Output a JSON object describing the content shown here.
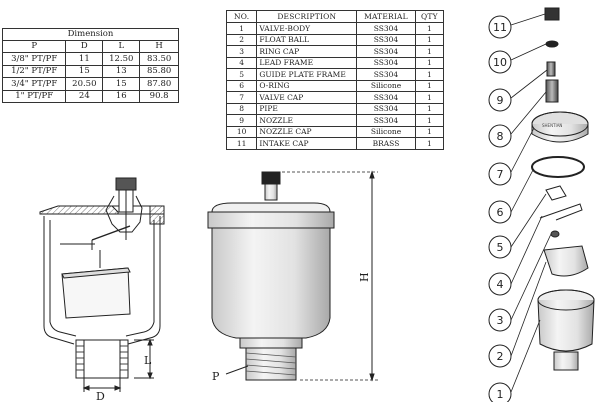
{
  "dimension_table": {
    "caption": "Dimension",
    "headers": [
      "P",
      "D",
      "L",
      "H"
    ],
    "rows": [
      [
        "3/8\" PT/PF",
        "11",
        "12.50",
        "83.50"
      ],
      [
        "1/2\" PT/PF",
        "15",
        "13",
        "85.80"
      ],
      [
        "3/4\" PT/PF",
        "20.50",
        "15",
        "87.80"
      ],
      [
        "1\" PT/PF",
        "24",
        "16",
        "90.8"
      ]
    ]
  },
  "parts_table": {
    "headers": [
      "NO.",
      "DESCRIPTION",
      "MATERIAL",
      "QTY"
    ],
    "rows": [
      [
        "1",
        "VALVE-BODY",
        "SS304",
        "1"
      ],
      [
        "2",
        "FLOAT BALL",
        "SS304",
        "1"
      ],
      [
        "3",
        "RING CAP",
        "SS304",
        "1"
      ],
      [
        "4",
        "LEAD FRAME",
        "SS304",
        "1"
      ],
      [
        "5",
        "GUIDE PLATE FRAME",
        "SS304",
        "1"
      ],
      [
        "6",
        "O-RING",
        "Silicone",
        "1"
      ],
      [
        "7",
        "VALVE CAP",
        "SS304",
        "1"
      ],
      [
        "8",
        "PIPE",
        "SS304",
        "1"
      ],
      [
        "9",
        "NOZZLE",
        "SS304",
        "1"
      ],
      [
        "10",
        "NOZZLE CAP",
        "Silicone",
        "1"
      ],
      [
        "11",
        "INTAKE CAP",
        "BRASS",
        "1"
      ]
    ]
  },
  "drawing_labels": {
    "height": "H",
    "length": "L",
    "diameter": "D",
    "port": "P"
  },
  "callouts": [
    "11",
    "10",
    "9",
    "8",
    "7",
    "6",
    "5",
    "4",
    "3",
    "2",
    "1"
  ]
}
